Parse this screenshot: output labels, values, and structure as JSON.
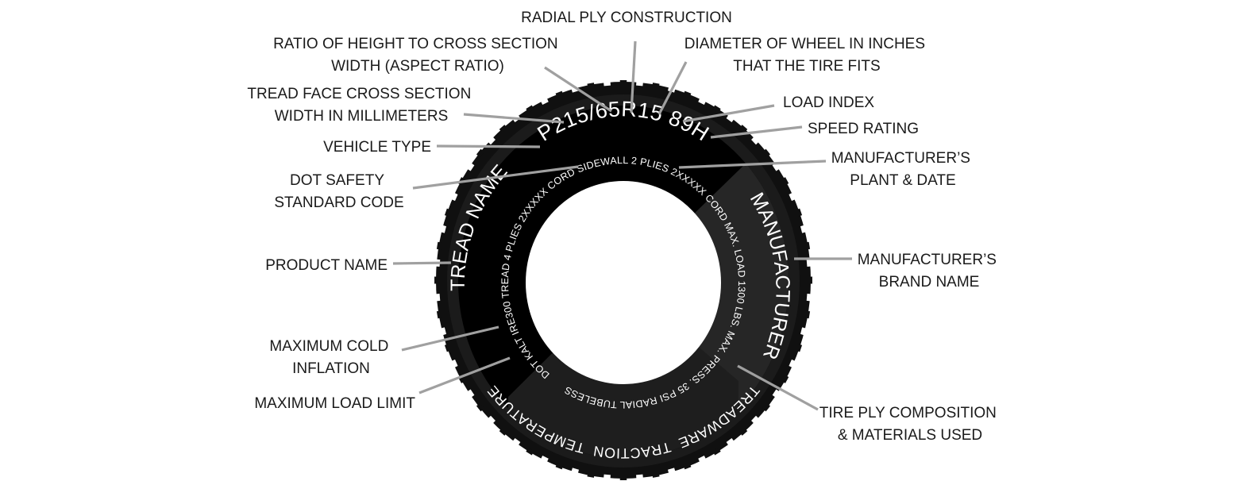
{
  "title": "Tire sidewall markings diagram",
  "colors": {
    "tire_outer": "#101010",
    "tire_shoulder": "#1b1b1b",
    "sidewall_black": "#000000",
    "sidewall_grey": "#262626",
    "leader_line": "#a0a0a0",
    "label_text": "#1a1a1a",
    "tire_text": "#ffffff",
    "background": "#ffffff"
  },
  "tire": {
    "size_code": "P215/65R15 89H",
    "dot_line": "DOT KALT IRE300 TREAD 4 PLIES 2XXXXX CORD SIDEWALL 2 PLIES 2XXXXX CORD MAX. LOAD 1300 LBS. MAX. PRESS. 35 PSI RADIAL TUBELESS ",
    "tread_name": "TREAD NAME",
    "manufacturer": "MANUFACTURER",
    "utqg": "TREADWARE  TRACTION  TEMPERATURE"
  },
  "labels": [
    {
      "id": "radial-ply",
      "lines": [
        "RADIAL PLY CONSTRUCTION"
      ]
    },
    {
      "id": "aspect-ratio",
      "lines": [
        "RATIO OF HEIGHT TO CROSS SECTION",
        "WIDTH (ASPECT RATIO)"
      ]
    },
    {
      "id": "wheel-diameter",
      "lines": [
        "DIAMETER OF WHEEL IN INCHES",
        "THAT THE TIRE FITS"
      ]
    },
    {
      "id": "section-width",
      "lines": [
        "TREAD FACE CROSS SECTION",
        "WIDTH IN MILLIMETERS"
      ]
    },
    {
      "id": "load-index",
      "lines": [
        "LOAD INDEX"
      ]
    },
    {
      "id": "speed-rating",
      "lines": [
        "SPEED RATING"
      ]
    },
    {
      "id": "vehicle-type",
      "lines": [
        "VEHICLE TYPE"
      ]
    },
    {
      "id": "plant-date",
      "lines": [
        "MANUFACTURER’S",
        "PLANT & DATE"
      ]
    },
    {
      "id": "dot-code",
      "lines": [
        "DOT SAFETY",
        "STANDARD CODE"
      ]
    },
    {
      "id": "product-name",
      "lines": [
        "PRODUCT NAME"
      ]
    },
    {
      "id": "brand-name",
      "lines": [
        "MANUFACTURER’S",
        "BRAND NAME"
      ]
    },
    {
      "id": "max-cold-inflation",
      "lines": [
        "MAXIMUM COLD",
        "INFLATION"
      ]
    },
    {
      "id": "max-load-limit",
      "lines": [
        "MAXIMUM LOAD LIMIT"
      ]
    },
    {
      "id": "ply-composition",
      "lines": [
        "TIRE PLY COMPOSITION",
        "& MATERIALS USED"
      ]
    }
  ]
}
